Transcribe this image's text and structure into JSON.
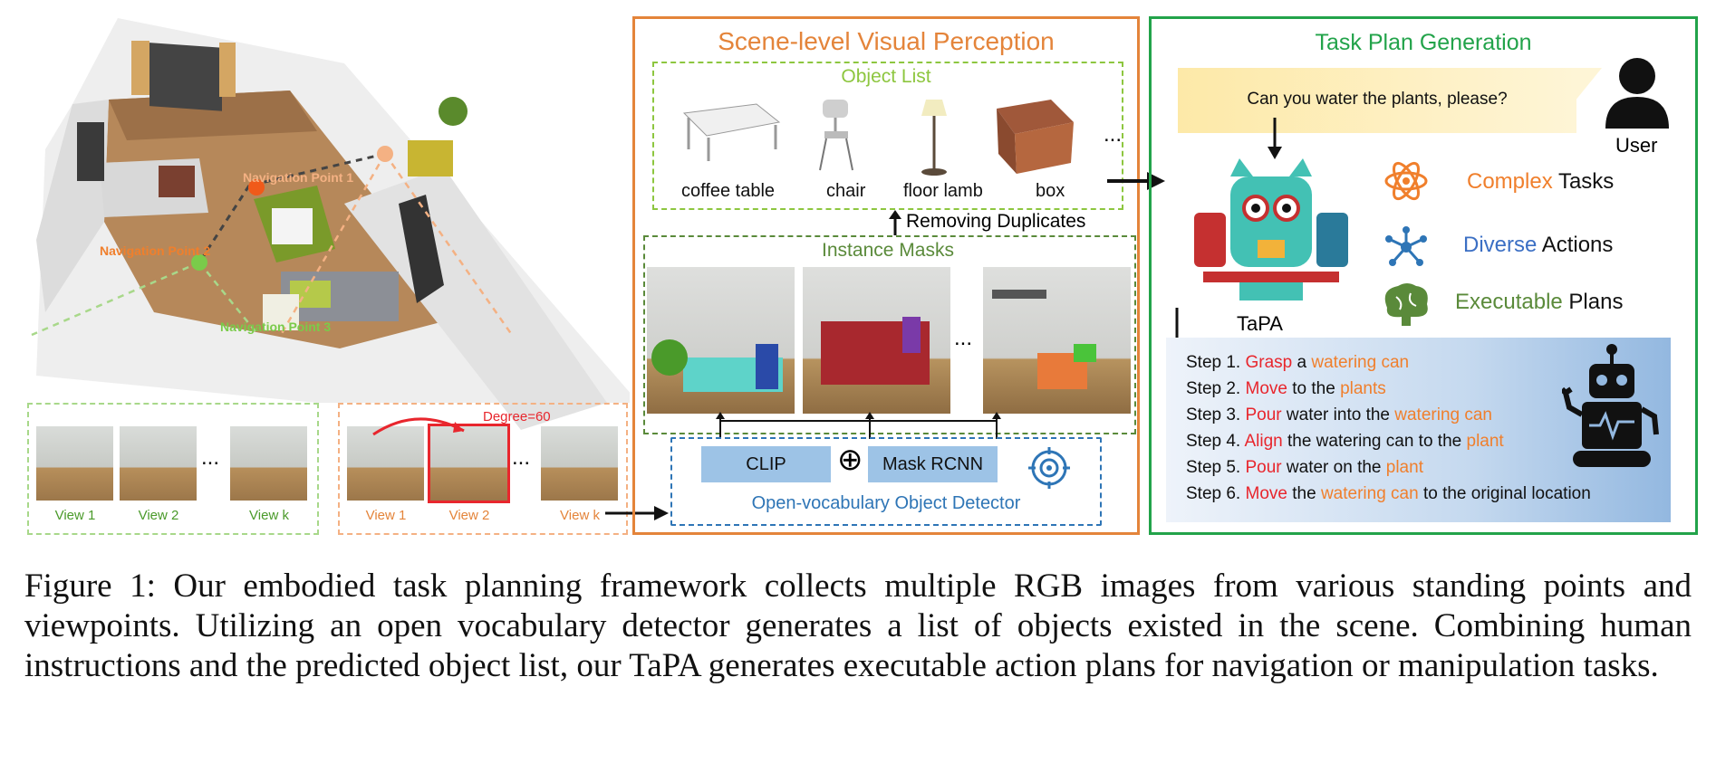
{
  "scene": {
    "nav_points": [
      "Navigation Point 1",
      "Navigation Point 2",
      "Navigation Point 3"
    ],
    "degree_label": "Degree=60",
    "ellipsis": "...",
    "views_left": [
      "View 1",
      "View 2",
      "View k"
    ],
    "views_right": [
      "View 1",
      "View 2",
      "View k"
    ]
  },
  "perception": {
    "title": "Scene-level Visual Perception",
    "object_list_title": "Object List",
    "objects": [
      "coffee table",
      "chair",
      "floor lamb",
      "box"
    ],
    "ellipsis": "...",
    "removing_duplicates": "Removing Duplicates",
    "instance_masks_title": "Instance Masks",
    "clip_label": "CLIP",
    "plus_symbol": "⊕",
    "maskrcnn_label": "Mask RCNN",
    "detector_label": "Open-vocabulary Object Detector"
  },
  "planning": {
    "title": "Task Plan Generation",
    "user_query": "Can you water the plants, please?",
    "user_label": "User",
    "model_label": "TaPA",
    "features": [
      {
        "accent": "Complex",
        "rest": " Tasks",
        "color": "#f07f2c"
      },
      {
        "accent": "Diverse",
        "rest": " Actions",
        "color": "#3b6fc4"
      },
      {
        "accent": "Executable",
        "rest": " Plans",
        "color": "#5a8a3a"
      }
    ],
    "steps": [
      {
        "prefix": "Step 1. ",
        "verb": "Grasp",
        "mid": " a ",
        "obj": "watering can",
        "tail": ""
      },
      {
        "prefix": "Step 2. ",
        "verb": "Move",
        "mid": " to the ",
        "obj": "plants",
        "tail": ""
      },
      {
        "prefix": "Step 3. ",
        "verb": "Pour",
        "mid": " water into the ",
        "obj": "watering can",
        "tail": ""
      },
      {
        "prefix": "Step 4. ",
        "verb": "Align",
        "mid": " the watering can to the ",
        "obj": "plant",
        "tail": ""
      },
      {
        "prefix": "Step 5. ",
        "verb": "Pour",
        "mid": " water on the ",
        "obj": "plant",
        "tail": ""
      },
      {
        "prefix": "Step 6. ",
        "verb": "Move",
        "mid": " the ",
        "obj": "watering can",
        "tail": " to the original location"
      }
    ]
  },
  "caption": "Figure 1: Our embodied task planning framework collects multiple RGB images from various standing points and viewpoints. Utilizing an open vocabulary detector generates a list of objects existed in the scene. Combining human instructions and the predicted object list, our TaPA generates executable action plans for navigation or manipulation tasks.",
  "colors": {
    "orange": "#e4843a",
    "green": "#22a34a",
    "blue": "#2e75b6",
    "red": "#e8262d"
  }
}
